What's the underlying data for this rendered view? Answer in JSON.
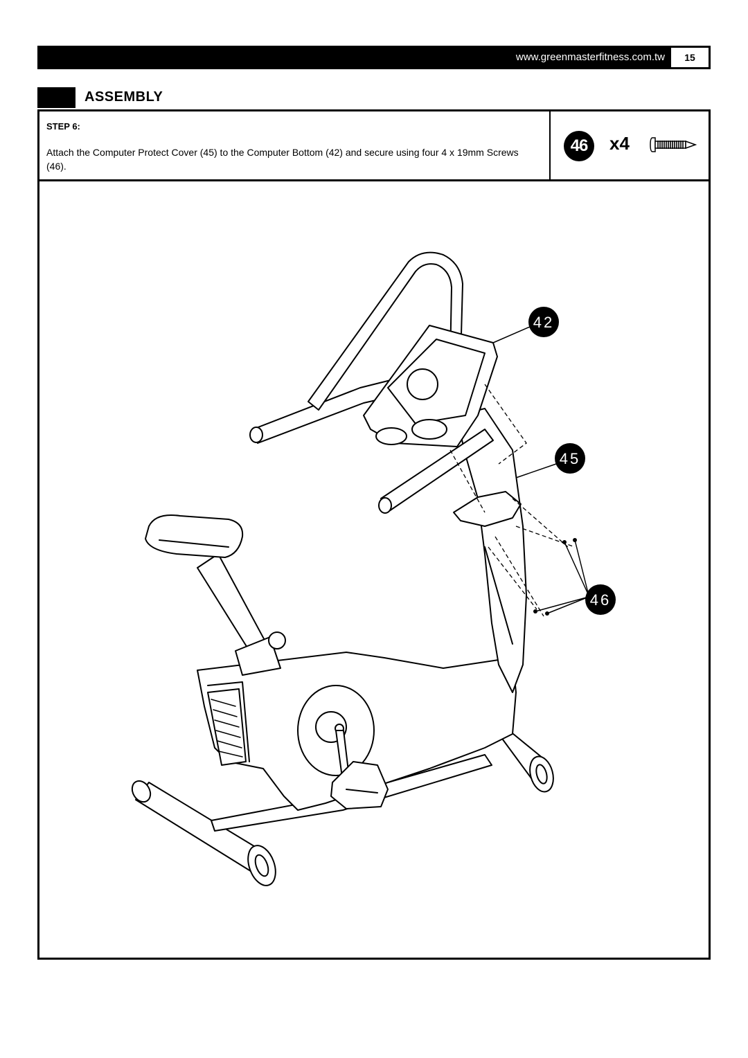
{
  "header": {
    "url": "www.greenmasterfitness.com.tw",
    "page_number": "15"
  },
  "section": {
    "title": "ASSEMBLY"
  },
  "step": {
    "label": "STEP 6:",
    "instructions": "Attach the Computer Protect Cover (45) to the Computer Bottom (42) and secure using four 4 x 19mm Screws (46)."
  },
  "parts": {
    "part_number": "46",
    "quantity": "x4",
    "icon": "screw-icon"
  },
  "callouts": {
    "computer_bottom": "42",
    "computer_protect_cover": "45",
    "screws": "46"
  },
  "colors": {
    "ink": "#000000",
    "paper": "#ffffff"
  }
}
